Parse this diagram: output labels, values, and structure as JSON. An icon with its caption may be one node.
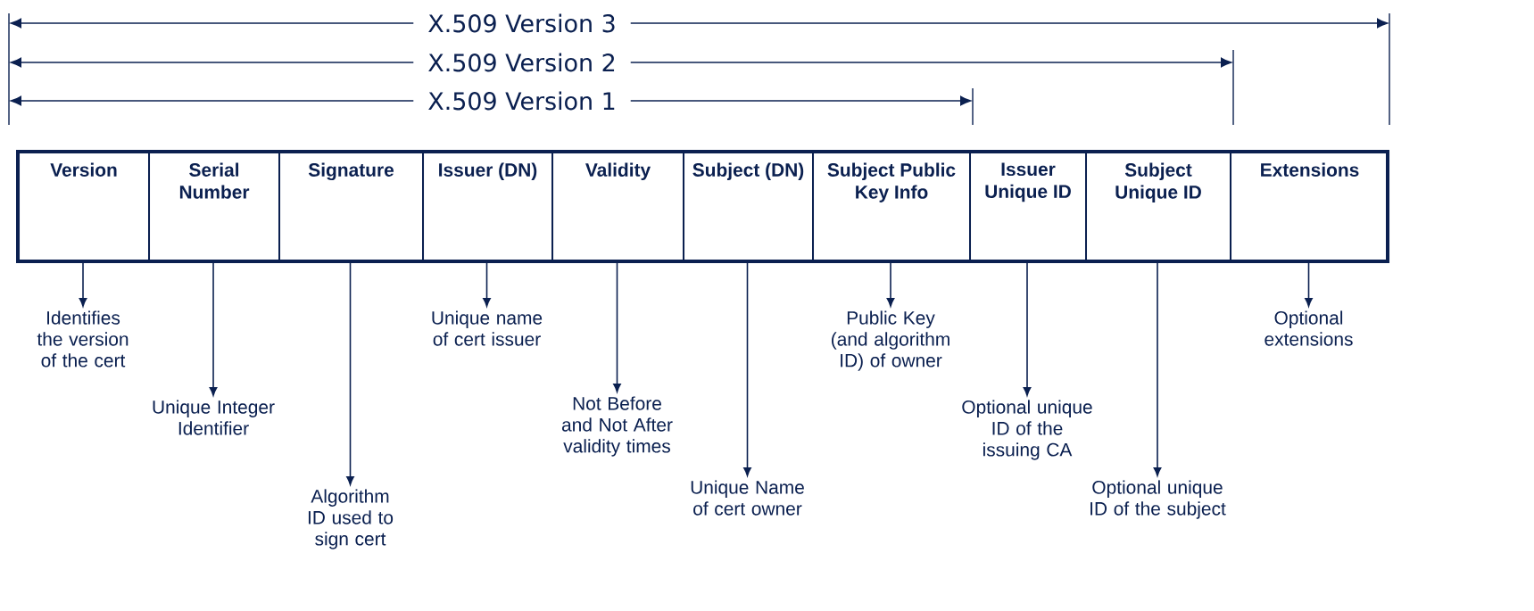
{
  "diagram": {
    "nodes": [
      {
        "text": [
          "Version"
        ]
      },
      {
        "text": [
          "Serial Number"
        ]
      },
      {
        "text": [
          "Signature"
        ]
      },
      {
        "text": [
          "Issuer (DN)"
        ]
      },
      {
        "text": [
          "Validity"
        ]
      },
      {
        "text": [
          "Subject (DN)"
        ]
      },
      {
        "text": [
          "Subject Public Key Info"
        ]
      },
      {
        "text": [
          "Issuer Unique ID"
        ]
      },
      {
        "text": [
          "Subject Unique ID"
        ]
      },
      {
        "text": [
          "Extensions"
        ]
      },
      {
        "text": [
          "Identifies the version of the cert"
        ]
      },
      {
        "text": [
          "Unique Integer Identifier"
        ]
      },
      {
        "text": [
          "Algorithm ID used to sign cert"
        ]
      },
      {
        "text": [
          "Unique name of cert issuer"
        ]
      },
      {
        "text": [
          "Not Before and Not After validity times"
        ]
      },
      {
        "text": [
          "Unique Name of cert owner"
        ]
      },
      {
        "text": [
          "Public Key (and algorithm ID) of owner"
        ]
      },
      {
        "text": [
          "Optional unique ID of the issuing CA"
        ]
      },
      {
        "text": [
          "Optional unique ID of the subject"
        ]
      },
      {
        "text": [
          "Optional extensions"
        ]
      }
    ],
    "edges": [
      {
        "from": 0,
        "to": 10,
        "arrow": "to"
      },
      {
        "from": 1,
        "to": 11,
        "arrow": "to"
      },
      {
        "from": 2,
        "to": 12,
        "arrow": "to"
      },
      {
        "from": 3,
        "to": 13,
        "arrow": "to"
      },
      {
        "from": 4,
        "to": 14,
        "arrow": "to"
      },
      {
        "from": 5,
        "to": 15,
        "arrow": "to"
      },
      {
        "from": 6,
        "to": 16,
        "arrow": "to"
      },
      {
        "from": 7,
        "to": 17,
        "arrow": "to"
      },
      {
        "from": 8,
        "to": 18,
        "arrow": "to"
      },
      {
        "from": 9,
        "to": 19,
        "arrow": "to"
      }
    ],
    "labels": [
      "X.509 Version 3",
      "X.509 Version 2",
      "X.509 Version 1"
    ]
  }
}
